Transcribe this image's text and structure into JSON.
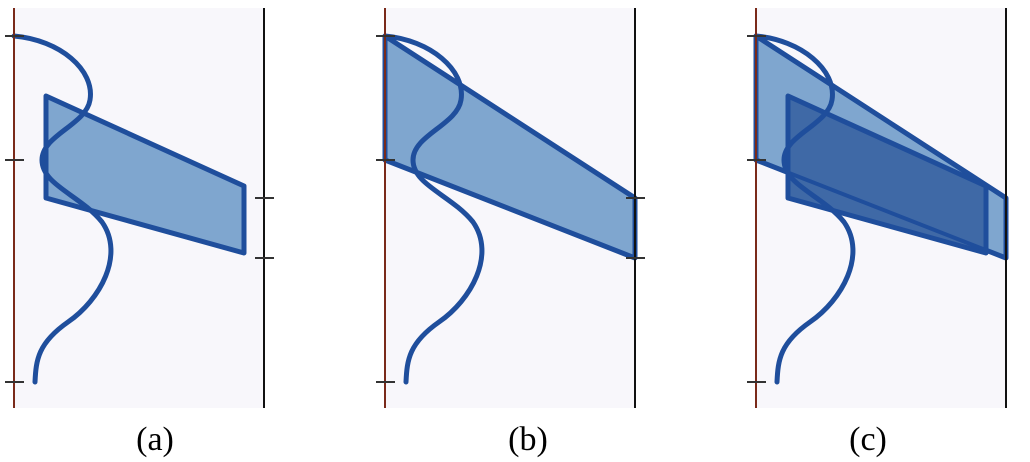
{
  "panels": [
    {
      "caption": "(a)"
    },
    {
      "caption": "(b)"
    },
    {
      "caption": "(c)"
    }
  ],
  "colors": {
    "stroke": "#1f4e9c",
    "fill": "#7fa6cf",
    "fill_dark": "#3f69a6",
    "panel_bg": "#f8f7fb",
    "left_axis": "#7a2a1a",
    "right_axis": "#111111"
  }
}
